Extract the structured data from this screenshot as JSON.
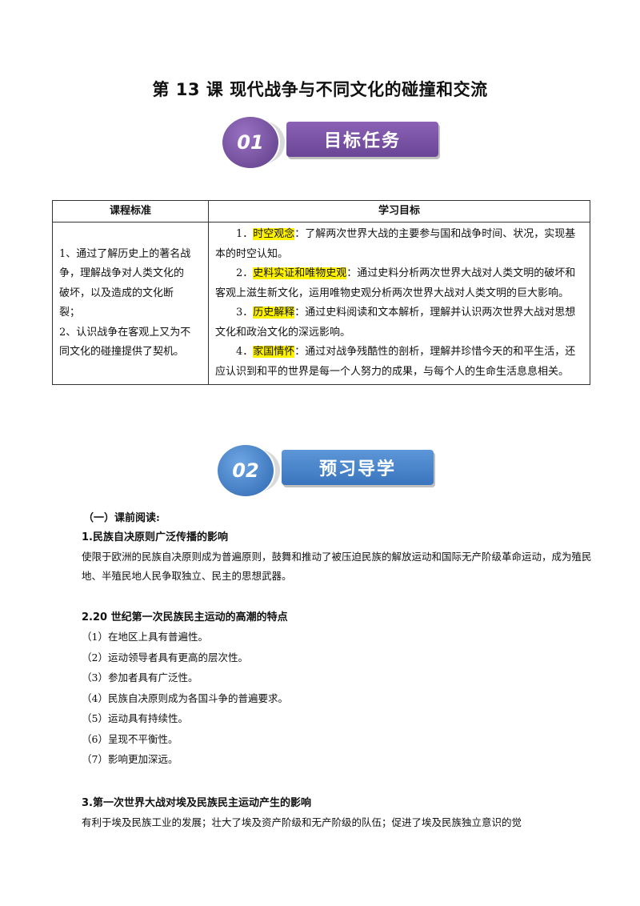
{
  "title": "第 13 课    现代战争与不同文化的碰撞和交流",
  "banner1": {
    "number": "01",
    "label": "目标任务"
  },
  "banner2": {
    "number": "02",
    "label": "预习导学"
  },
  "table": {
    "headers": [
      "课程标准",
      "学习目标"
    ],
    "standard_lines": [
      "1、通过了解历史上的著名战",
      "争，理解战争对人类文化的",
      "破坏，以及造成的文化断",
      "裂；",
      "2、认识战争在客观上又为不",
      "同文化的碰撞提供了契机。"
    ],
    "goals": [
      {
        "num": "1．",
        "key": "时空观念",
        "text": "：了解两次世界大战的主要参与国和战争时间、状况，实现基本的时空认知。"
      },
      {
        "num": "2．",
        "key": "史料实证和唯物史观",
        "text": "：通过史料分析两次世界大战对人类文明的破坏和客观上滋生新文化，运用唯物史观分析两次世界大战对人类文明的巨大影响。"
      },
      {
        "num": "3．",
        "key": "历史解释",
        "text": "：通过史料阅读和文本解析，理解并认识两次世界大战对思想文化和政治文化的深远影响。"
      },
      {
        "num": "4．",
        "key": "家国情怀",
        "text": "：通过对战争残酷性的剖析，理解并珍惜今天的和平生活，还应认识到和平的世界是每一个人努力的成果，与每个人的生命生活息息相关。"
      }
    ]
  },
  "section_label": "（一）课前阅读:",
  "item1": {
    "heading": "1.民族自决原则广泛传播的影响",
    "text": "使限于欧洲的民族自决原则成为普遍原则，鼓舞和推动了被压迫民族的解放运动和国际无产阶级革命运动，成为殖民地、半殖民地人民争取独立、民主的思想武器。"
  },
  "item2": {
    "heading": "2.20 世纪第一次民族民主运动的高潮的特点",
    "points": [
      "（1）在地区上具有普遍性。",
      "（2）运动领导者具有更高的层次性。",
      "（3）参加者具有广泛性。",
      "（4）民族自决原则成为各国斗争的普遍要求。",
      "（5）运动具有持续性。",
      "（6）呈现不平衡性。",
      "（7）影响更加深远。"
    ]
  },
  "item3": {
    "heading": "3.第一次世界大战对埃及民族民主运动产生的影响",
    "text": "有利于埃及民族工业的发展；壮大了埃及资产阶级和无产阶级的队伍；促进了埃及民族独立意识的觉"
  }
}
